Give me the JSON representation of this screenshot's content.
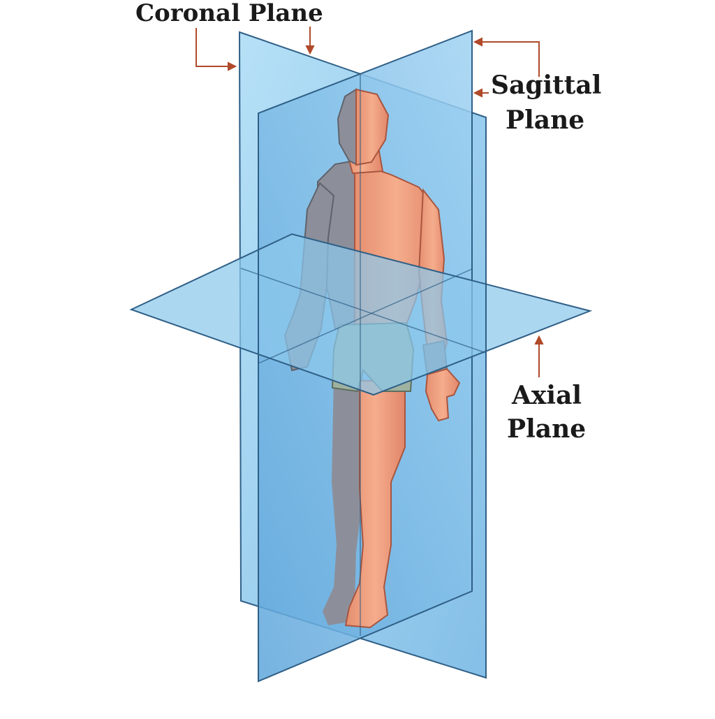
{
  "labels": {
    "coronal": "Coronal Plane",
    "sagittal_line1": "Sagittal",
    "sagittal_line2": "Plane",
    "axial_line1": "Axial",
    "axial_line2": "Plane"
  },
  "colors": {
    "background": "#ffffff",
    "plane_fill": "#8cc8ec",
    "plane_edge": "#2f5f86",
    "skin": "#f0a484",
    "skin_shadow": "#d97c61",
    "shadow_side": "#8c8f9a",
    "shorts": "#9fb29f",
    "arrow": "#b04a2a"
  }
}
